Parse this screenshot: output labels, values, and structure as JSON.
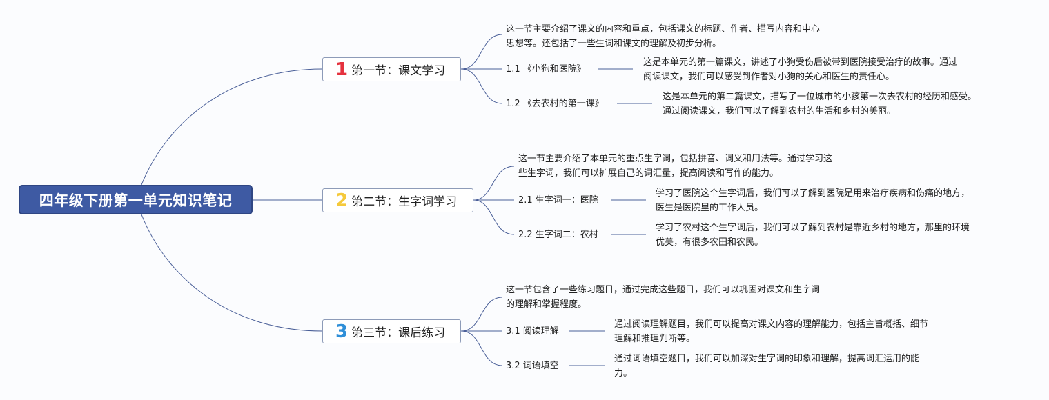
{
  "root": {
    "title": "四年级下册第一单元知识笔记"
  },
  "colors": {
    "root_bg": "#3e5aa3",
    "line": "#4a5f98",
    "num1": "#e5323e",
    "num2": "#f5c93b",
    "num3": "#2f8fd8"
  },
  "sections": [
    {
      "num": "1",
      "title": "第一节：课文学习",
      "summary": [
        "这一节主要介绍了课文的内容和重点，包括课文的标题、作者、描写内容和中心",
        "思想等。还包括了一些生词和课文的理解及初步分析。"
      ],
      "items": [
        {
          "label": "1.1 《小狗和医院》",
          "desc": [
            "这是本单元的第一篇课文，讲述了小狗受伤后被带到医院接受治疗的故事。通过",
            "阅读课文，我们可以感受到作者对小狗的关心和医生的责任心。"
          ]
        },
        {
          "label": "1.2 《去农村的第一课》",
          "desc": [
            "这是本单元的第二篇课文，描写了一位城市的小孩第一次去农村的经历和感受。",
            "通过阅读课文，我们可以了解到农村的生活和乡村的美丽。"
          ]
        }
      ]
    },
    {
      "num": "2",
      "title": "第二节：生字词学习",
      "summary": [
        "这一节主要介绍了本单元的重点生字词，包括拼音、词义和用法等。通过学习这",
        "些生字词，我们可以扩展自己的词汇量，提高阅读和写作的能力。"
      ],
      "items": [
        {
          "label": "2.1 生字词一：医院",
          "desc": [
            "学习了医院这个生字词后，我们可以了解到医院是用来治疗疾病和伤痛的地方，",
            "医生是医院里的工作人员。"
          ]
        },
        {
          "label": "2.2 生字词二：农村",
          "desc": [
            "学习了农村这个生字词后，我们可以了解到农村是靠近乡村的地方，那里的环境",
            "优美，有很多农田和农民。"
          ]
        }
      ]
    },
    {
      "num": "3",
      "title": "第三节：课后练习",
      "summary": [
        "这一节包含了一些练习题目，通过完成这些题目，我们可以巩固对课文和生字词",
        "的理解和掌握程度。"
      ],
      "items": [
        {
          "label": "3.1 阅读理解",
          "desc": [
            "通过阅读理解题目，我们可以提高对课文内容的理解能力，包括主旨概括、细节",
            "理解和推理判断等。"
          ]
        },
        {
          "label": "3.2 词语填空",
          "desc": [
            "通过词语填空题目，我们可以加深对生字词的印象和理解，提高词汇运用的能",
            "力。"
          ]
        }
      ]
    }
  ]
}
